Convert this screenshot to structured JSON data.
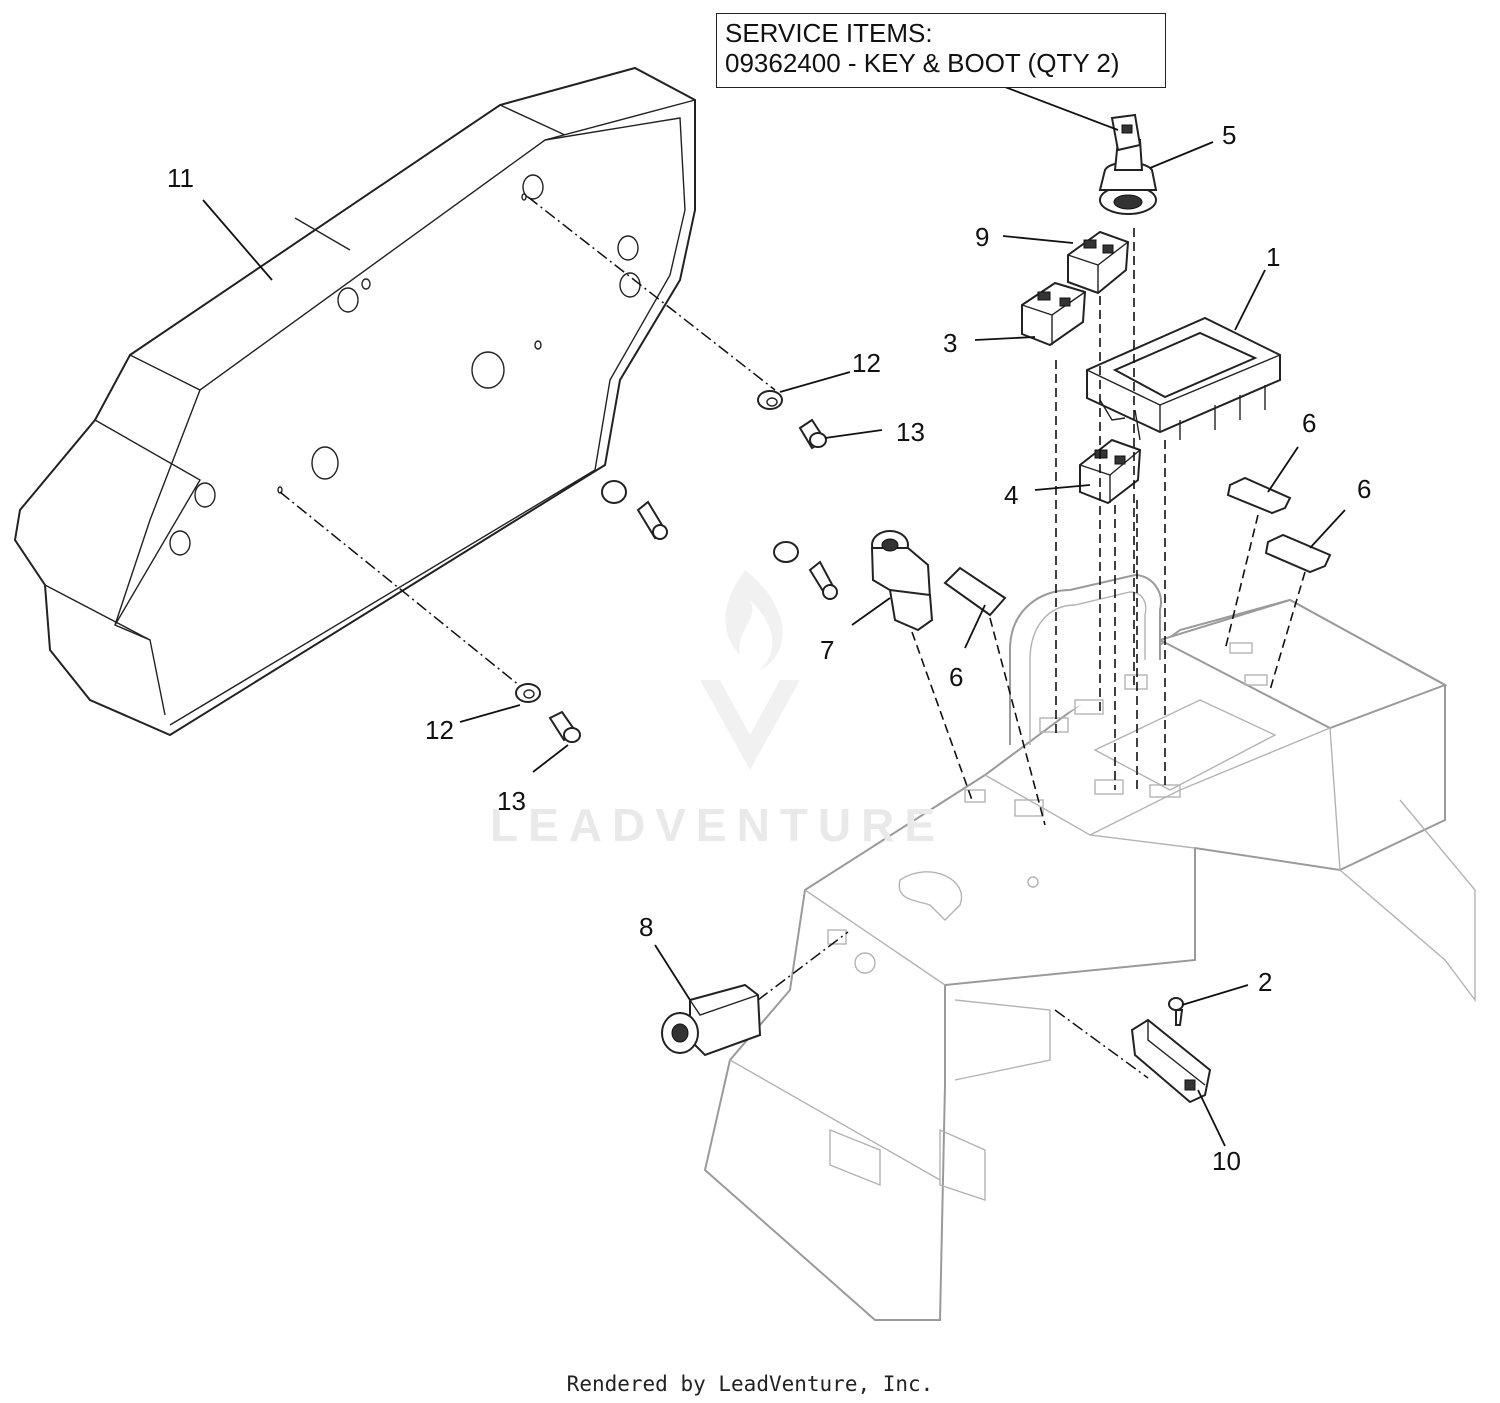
{
  "service_box": {
    "line1": "SERVICE ITEMS:",
    "line2": "09362400 - KEY & BOOT (QTY 2)"
  },
  "callouts": [
    {
      "id": "c1",
      "label": "1"
    },
    {
      "id": "c2",
      "label": "2"
    },
    {
      "id": "c3",
      "label": "3"
    },
    {
      "id": "c4",
      "label": "4"
    },
    {
      "id": "c5",
      "label": "5"
    },
    {
      "id": "c6a",
      "label": "6"
    },
    {
      "id": "c6b",
      "label": "6"
    },
    {
      "id": "c6c",
      "label": "6"
    },
    {
      "id": "c7",
      "label": "7"
    },
    {
      "id": "c8",
      "label": "8"
    },
    {
      "id": "c9",
      "label": "9"
    },
    {
      "id": "c10",
      "label": "10"
    },
    {
      "id": "c11",
      "label": "11"
    },
    {
      "id": "c12a",
      "label": "12"
    },
    {
      "id": "c12b",
      "label": "12"
    },
    {
      "id": "c13a",
      "label": "13"
    },
    {
      "id": "c13b",
      "label": "13"
    }
  ],
  "watermark": {
    "text": "LEADVENTURE"
  },
  "footer": {
    "text": "Rendered by LeadVenture, Inc."
  }
}
